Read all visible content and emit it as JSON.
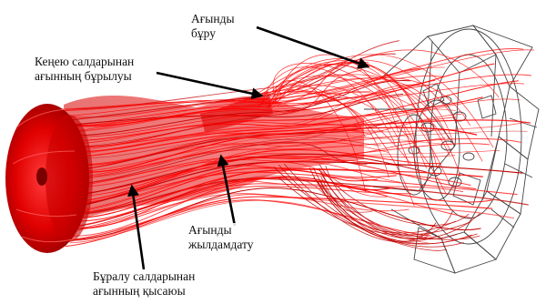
{
  "labels": {
    "deflection": {
      "line1": "Кеңею салдарынан",
      "line2": "ағынның бұрылуы"
    },
    "swirl": {
      "line1": "Ағынды",
      "line2": "бұру"
    },
    "accel": {
      "line1": "Ағынды",
      "line2": "жылдамдату"
    },
    "twist": {
      "line1": "Бұралу салдарынан",
      "line2": "ағынның қысаюы"
    }
  },
  "colors": {
    "streamline": "#ff0000",
    "streamline_dark": "#c40000",
    "bell": "#e00000",
    "bell_dark": "#9a0000",
    "machinery": "#444444",
    "arrow": "#000000",
    "background": "#ffffff"
  }
}
